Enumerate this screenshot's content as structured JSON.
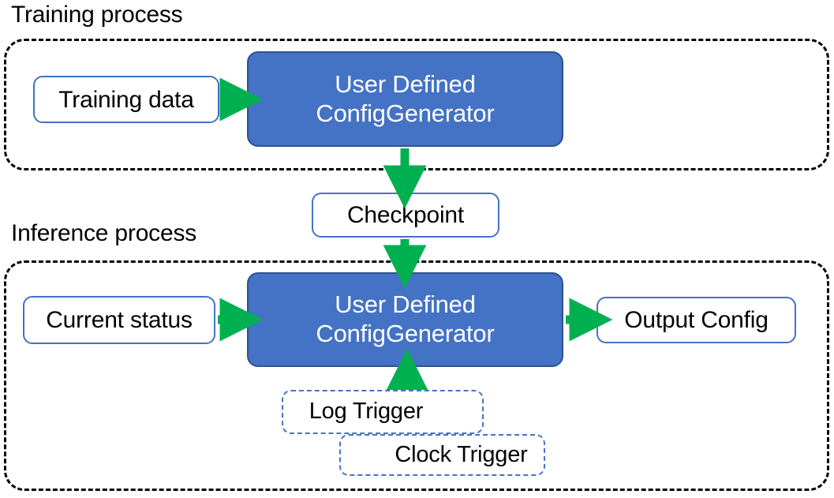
{
  "diagram": {
    "title_training": "Training process",
    "title_inference": "Inference process",
    "colors": {
      "process_fill": "#4472C4",
      "process_border": "#2F528F",
      "box_border": "#4472C4",
      "arrow": "#00B050",
      "container_border": "#000000",
      "text_dark": "#000000",
      "text_light": "#FFFFFF"
    }
  },
  "training": {
    "label": "Training process",
    "input_box": "Training data",
    "process_line1": "User Defined",
    "process_line2": "ConfigGenerator"
  },
  "bridge": {
    "checkpoint": "Checkpoint"
  },
  "inference": {
    "label": "Inference process",
    "input_box": "Current status",
    "process_line1": "User Defined",
    "process_line2": "ConfigGenerator",
    "output_box": "Output Config",
    "triggers": [
      {
        "label": "Log Trigger"
      },
      {
        "label": "Clock Trigger"
      }
    ]
  }
}
